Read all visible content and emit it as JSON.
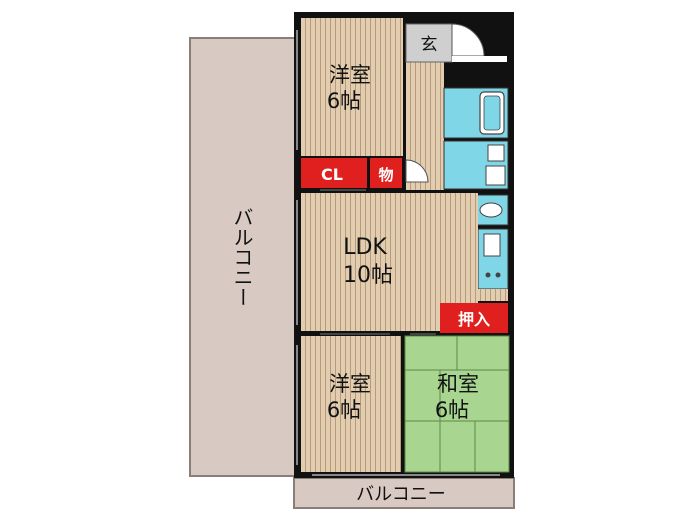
{
  "rooms": {
    "western_top": {
      "name": "洋室",
      "size": "6帖"
    },
    "ldk": {
      "name": "LDK",
      "size": "10帖"
    },
    "western_bottom": {
      "name": "洋室",
      "size": "6帖"
    },
    "japanese": {
      "name": "和室",
      "size": "6帖"
    }
  },
  "labels": {
    "entrance": "玄",
    "closet": "CL",
    "storage": "物",
    "oshiire": "押入",
    "balcony_side": "バルコニー",
    "balcony_bottom": "バルコニー"
  },
  "colors": {
    "wood": "#e2cdb0",
    "wood_line": "#b79a7a",
    "wall": "#111111",
    "balcony": "#d8c9c3",
    "wet": "#7fd6e6",
    "tatami": "#a8d690",
    "red": "#e0201e",
    "entrance": "#cfcfcf"
  }
}
